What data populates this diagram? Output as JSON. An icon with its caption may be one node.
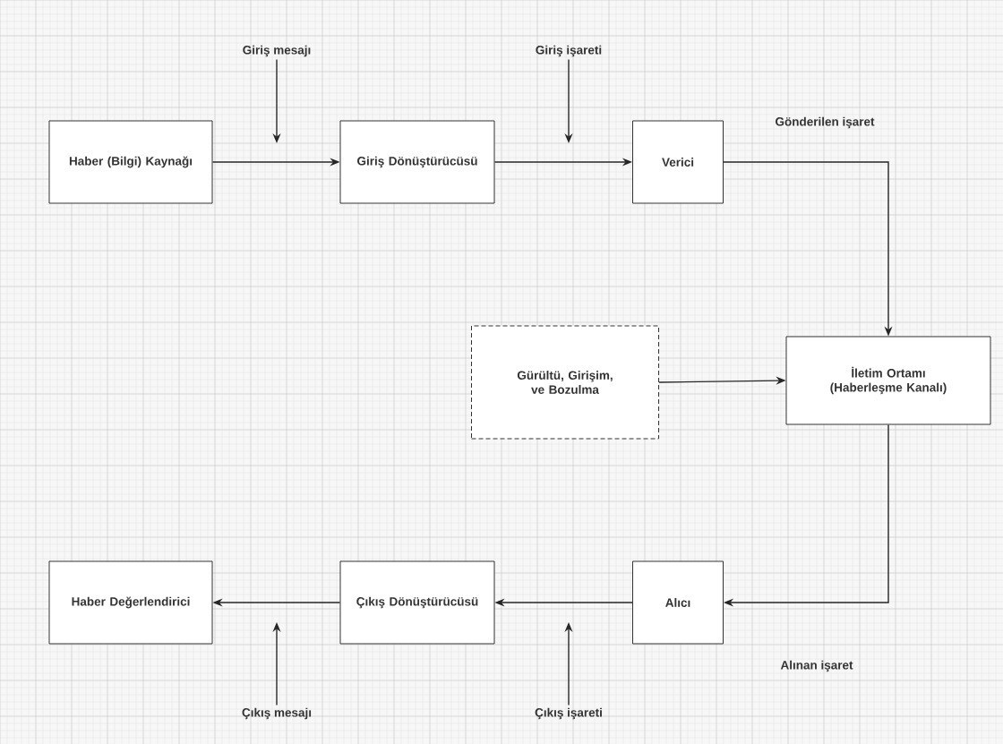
{
  "diagram": {
    "nodes": [
      {
        "text": [
          "Haber (Bilgi) Kaynağı"
        ]
      },
      {
        "text": [
          "Giriş Dönüştürücüsü"
        ]
      },
      {
        "text": [
          "Verici"
        ]
      },
      {
        "text": [
          "Gürültü, Girişim, ve Bozulma"
        ]
      },
      {
        "text": [
          "İletim Ortamı (Haberleşme Kanalı)"
        ]
      },
      {
        "text": [
          "Alıcı"
        ]
      },
      {
        "text": [
          "Çıkış Dönüştürücüsü"
        ]
      },
      {
        "text": [
          "Haber Değerlendirici"
        ]
      },
      {
        "text": [
          "Giriş mesajı"
        ]
      },
      {
        "text": [
          "Giriş işareti"
        ]
      },
      {
        "text": [
          "Çıkış mesajı"
        ]
      },
      {
        "text": [
          "Çıkış işareti"
        ]
      }
    ],
    "edges": [
      {
        "from": 0,
        "to": 1,
        "arrow": "to"
      },
      {
        "from": 1,
        "to": 2,
        "arrow": "to"
      },
      {
        "from": 2,
        "to": 4,
        "arrow": "to"
      },
      {
        "from": 3,
        "to": 4,
        "arrow": "to"
      },
      {
        "from": 4,
        "to": 5,
        "arrow": "to"
      },
      {
        "from": 5,
        "to": 6,
        "arrow": "to"
      },
      {
        "from": 6,
        "to": 7,
        "arrow": "to"
      },
      {
        "from": 8,
        "to": null,
        "arrow": "to"
      },
      {
        "from": 9,
        "to": null,
        "arrow": "to"
      },
      {
        "from": 10,
        "to": null,
        "arrow": "to"
      },
      {
        "from": 11,
        "to": null,
        "arrow": "to"
      }
    ],
    "labels": [
      "Gönderilen işaret",
      "Alınan işaret"
    ]
  }
}
